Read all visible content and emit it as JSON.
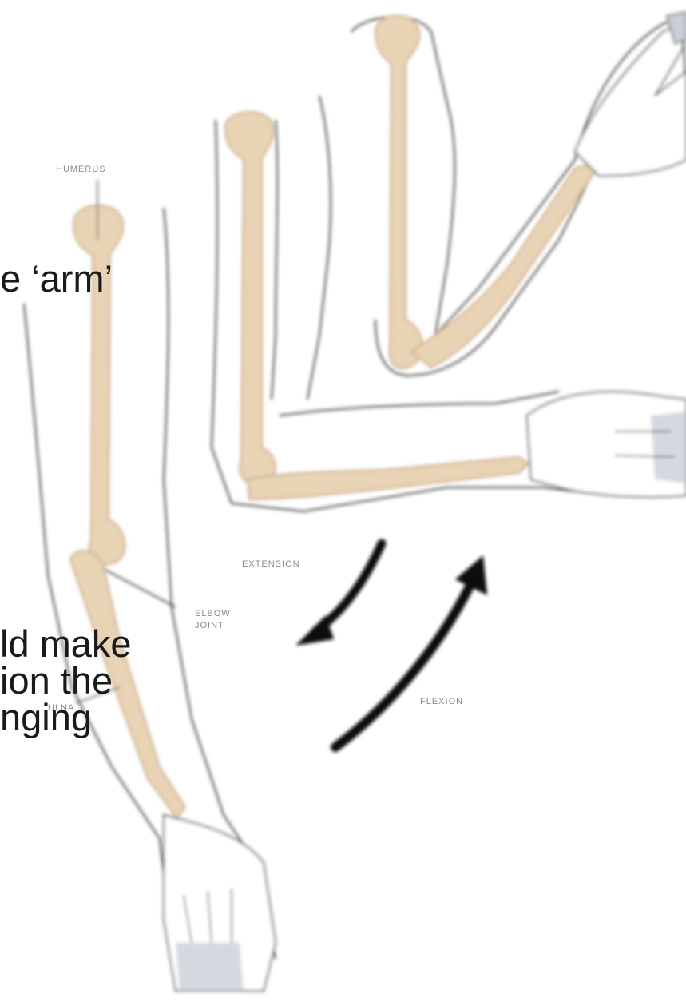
{
  "labels": {
    "humerus": "HUMERUS",
    "extension": "EXTENSION",
    "elbow_joint_1": "ELBOW",
    "elbow_joint_2": "JOINT",
    "ulna": "ULNA",
    "flexion": "FLEXION"
  },
  "slide_text": {
    "line1": "e ‘arm’",
    "line2": "ld make",
    "line3": "ion the",
    "line4": "nging"
  },
  "colors": {
    "bone": "#e9d3b5",
    "bone_outline": "#c9ac88",
    "skin_outline": "#3a3a3a",
    "arrow": "#111111",
    "nail": "#c9cfd8"
  }
}
